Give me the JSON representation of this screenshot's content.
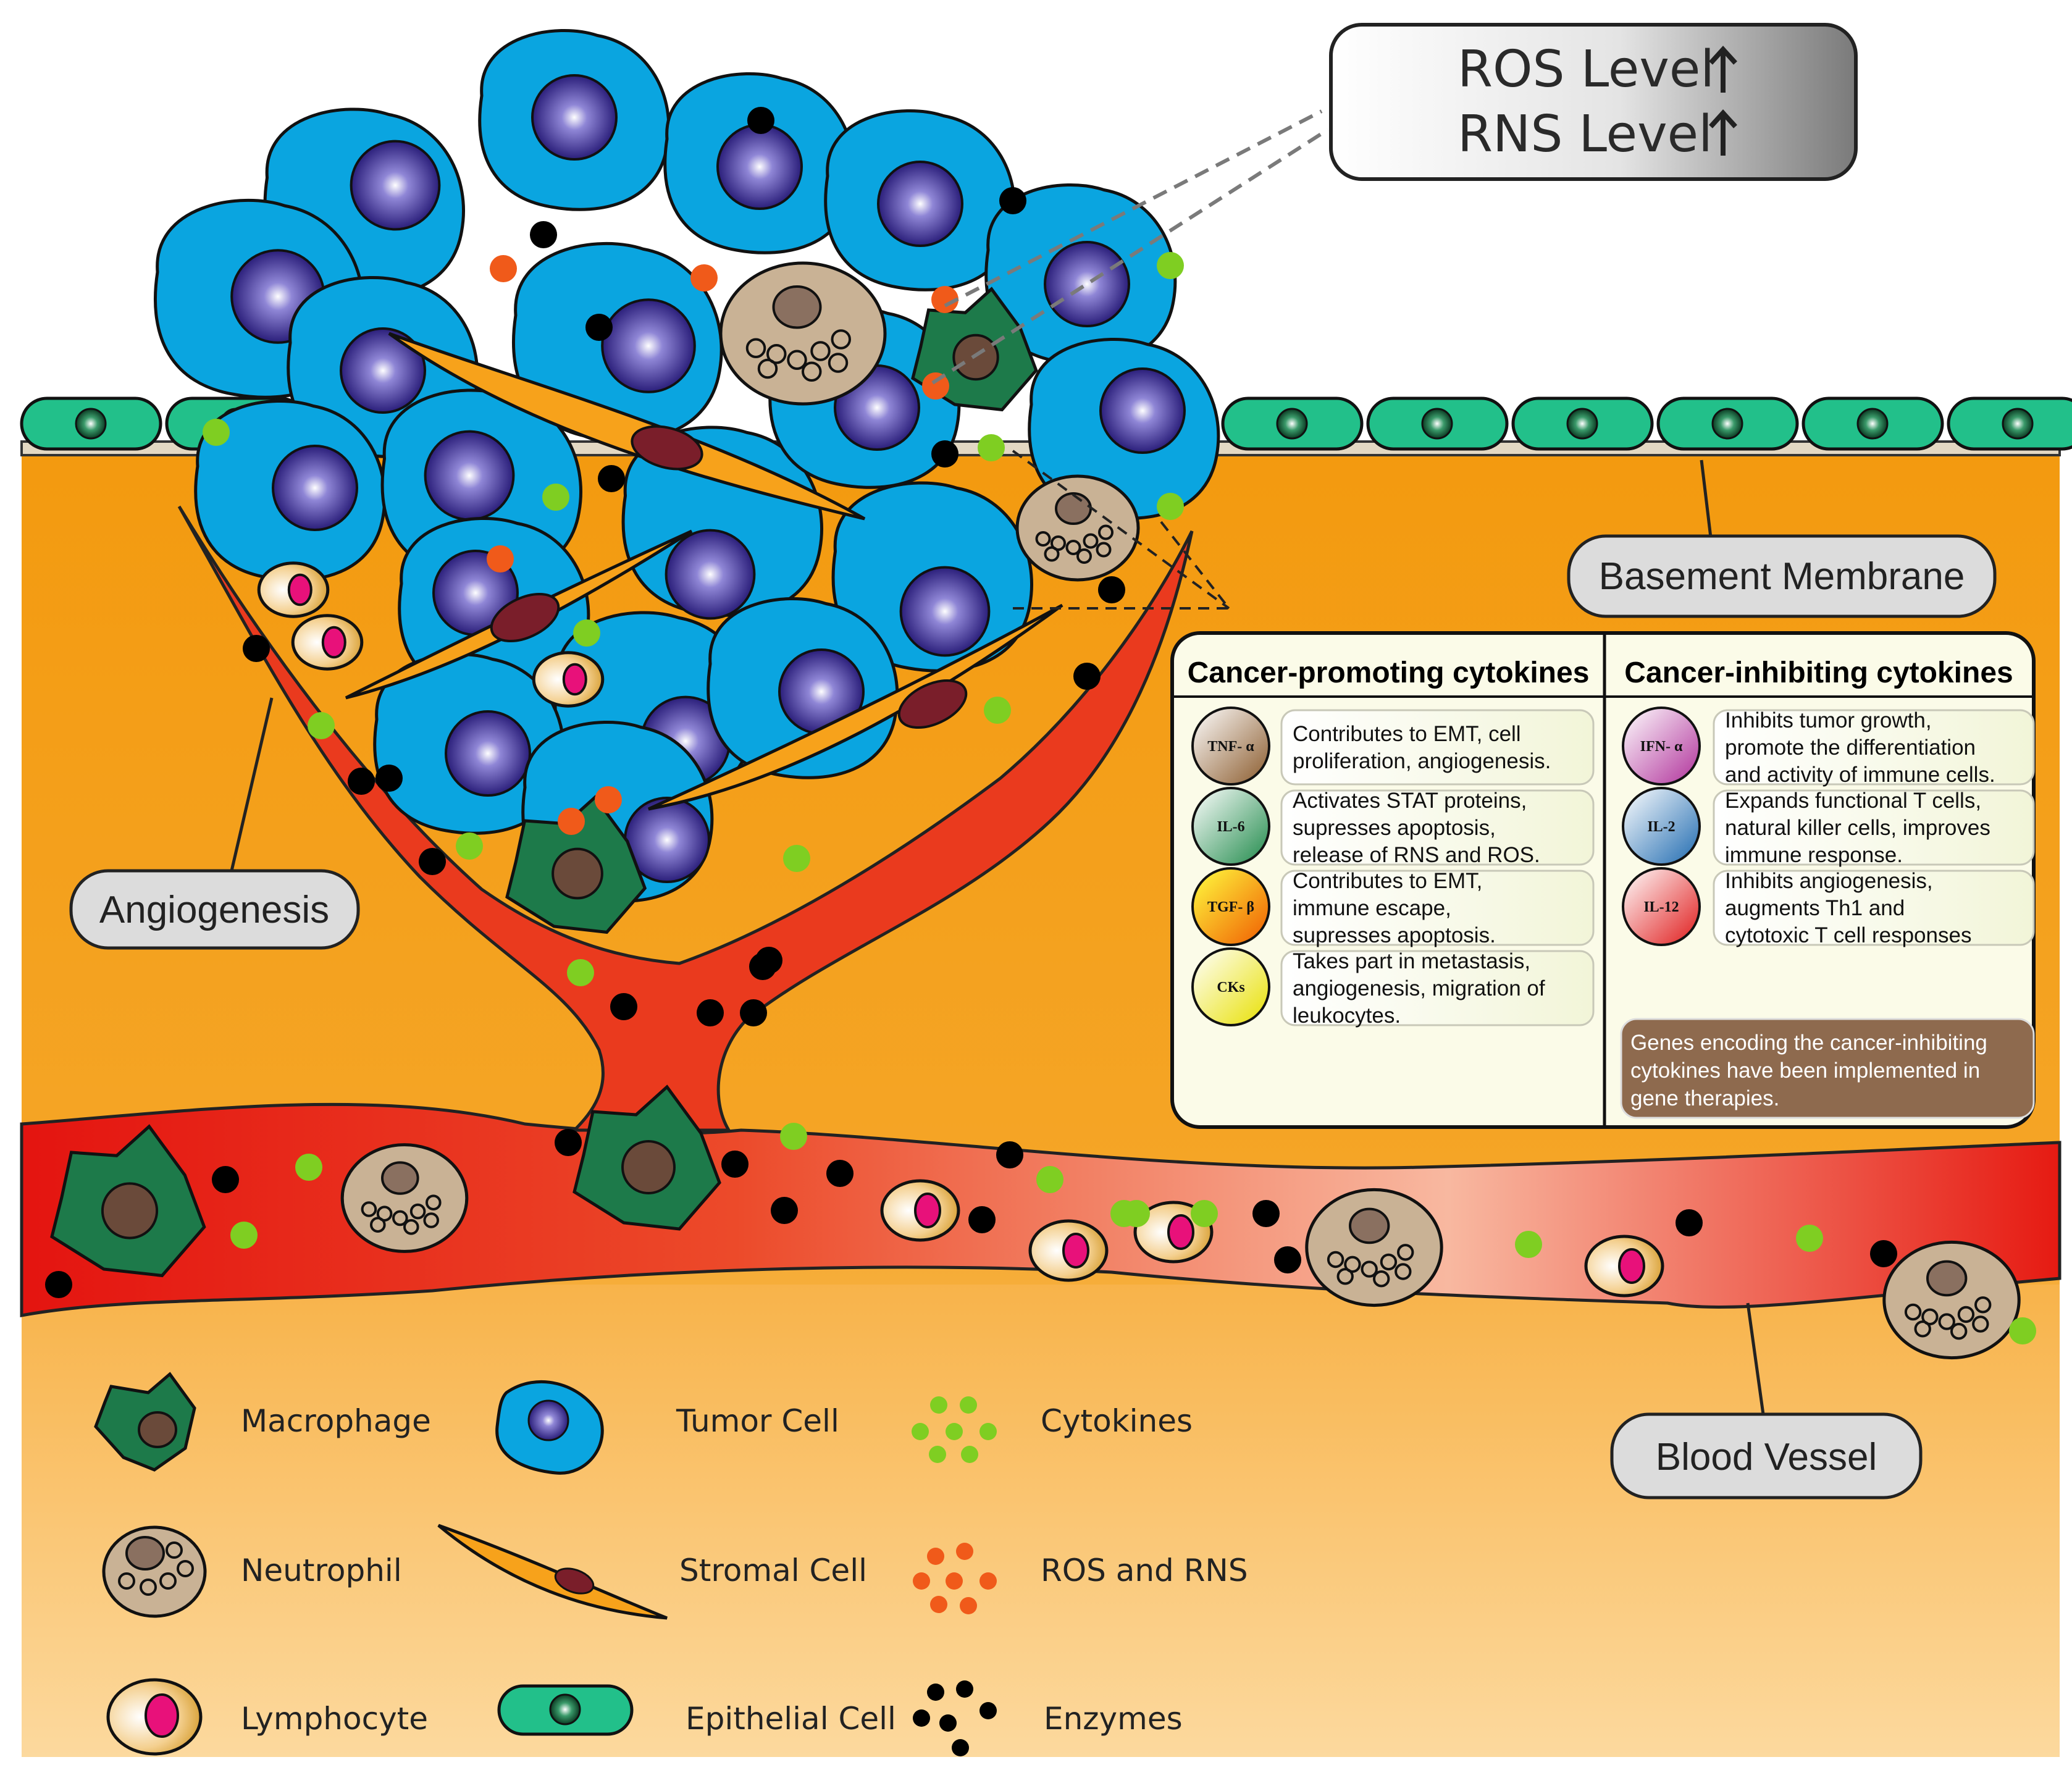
{
  "callout": {
    "ros_label": "ROS Level",
    "rns_label": "RNS Level",
    "arrow_icon": "up-arrow-icon"
  },
  "labels": {
    "basement_membrane": "Basement Membrane",
    "angiogenesis": "Angiogenesis",
    "blood_vessel": "Blood Vessel"
  },
  "table": {
    "promoting_title": "Cancer-promoting cytokines",
    "inhibiting_title": "Cancer-inhibiting cytokines",
    "promoting": [
      {
        "name": "TNF- α",
        "desc": [
          "Contributes to EMT, cell",
          "proliferation, angiogenesis."
        ],
        "color": "#8a5a2b"
      },
      {
        "name": "IL-6",
        "desc": [
          "Activates STAT proteins,",
          "supresses apoptosis,",
          "release of RNS and ROS."
        ],
        "color": "#1f8a4a"
      },
      {
        "name": "TGF- β",
        "desc": [
          "Contributes to EMT,",
          "immune escape,",
          "supresses apoptosis."
        ],
        "color": "#f07a00"
      },
      {
        "name": "CKs",
        "desc": [
          "Takes part in metastasis,",
          "angiogenesis, migration of",
          "leukocytes."
        ],
        "color": "#e8e000"
      }
    ],
    "inhibiting": [
      {
        "name": "IFN- α",
        "desc": [
          "Inhibits tumor growth,",
          "promote the differentiation",
          "and activity of immune cells."
        ],
        "color": "#b0309a"
      },
      {
        "name": "IL-2",
        "desc": [
          "Expands functional T cells,",
          "natural killer cells, improves",
          "immune response."
        ],
        "color": "#1e6ab0"
      },
      {
        "name": "IL-12",
        "desc": [
          "Inhibits angiogenesis,",
          "augments Th1 and",
          "cytotoxic T cell responses"
        ],
        "color": "#e01a1a"
      }
    ],
    "note": [
      "Genes encoding the cancer-inhibiting",
      "cytokines have been implemented  in",
      "gene therapies."
    ]
  },
  "legend": {
    "macrophage": "Macrophage",
    "neutrophil": "Neutrophil",
    "lymphocyte": "Lymphocyte",
    "tumor_cell": "Tumor Cell",
    "stromal_cell": "Stromal Cell",
    "epithelial_cell": "Epithelial Cell",
    "cytokines": "Cytokines",
    "ros_rns": "ROS and RNS",
    "enzymes": "Enzymes"
  },
  "colors": {
    "tumor": "#0aa5e0",
    "nucleus": "#3a2d8a",
    "stroma": "#f7a21b",
    "tissue_top": "#f49a12",
    "tissue_bottom": "#f9c576",
    "vessel": "#e8231a",
    "macrophage": "#1d7a4a",
    "neutrophil": "#c9b295",
    "lymphocyte": "#e8b04a",
    "epithelial": "#22c08a",
    "cytokine": "#7fce22",
    "ros": "#f05a1a",
    "enzyme": "#000000"
  }
}
